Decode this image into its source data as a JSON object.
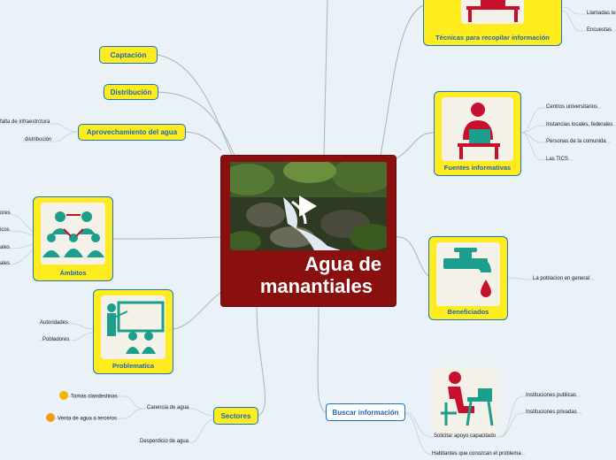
{
  "central": {
    "title_line1": "Agua de",
    "title_line2": "manantiales"
  },
  "colors": {
    "accent": "#1a73c8",
    "node_fill": "#ffec1f",
    "central": "#8a1010",
    "icon_teal": "#1b9e8c",
    "icon_red": "#c8102e"
  },
  "nodes": {
    "captacion": "Captación",
    "distribucion": "Distribución",
    "aprovechamiento": "Aprovechamiento del agua",
    "ambitos": "Ámbitos",
    "problematica": "Problematica",
    "sectores": "Sectores",
    "tecnicas": "Técnicas para recopilar información",
    "fuentes": "Fuentes informativas",
    "beneficiados": "Beneficiados",
    "buscar": "Buscar información"
  },
  "aprovechamiento_children": [
    "falta de infraestrctura",
    "distribución"
  ],
  "ambitos_children": [
    "ores",
    "icos",
    "ales",
    "ales"
  ],
  "problematica_children": [
    "Autoridades",
    "Pobladores"
  ],
  "sectores_children": {
    "carencia": "Carencia de agua",
    "carencia_children": [
      "Tomas clandestinas",
      "Venta de agua a terceros"
    ],
    "desperdicio": "Desperdicio de agua"
  },
  "tecnicas_children": [
    "Llamadas te",
    "Encuestas"
  ],
  "fuentes_children": [
    "Centros universitarios",
    "Instancias locales, federales",
    "Personas de la comunida",
    "Las TICS"
  ],
  "beneficiados_children": [
    "La poblacion en general"
  ],
  "buscar_children": {
    "apoyo": "Solicitar apoyo capacitado",
    "apoyo_children": [
      "Instituciones publicas",
      "Instituciones privadas"
    ],
    "habitantes": "Habitantes que conozcan el problema"
  }
}
